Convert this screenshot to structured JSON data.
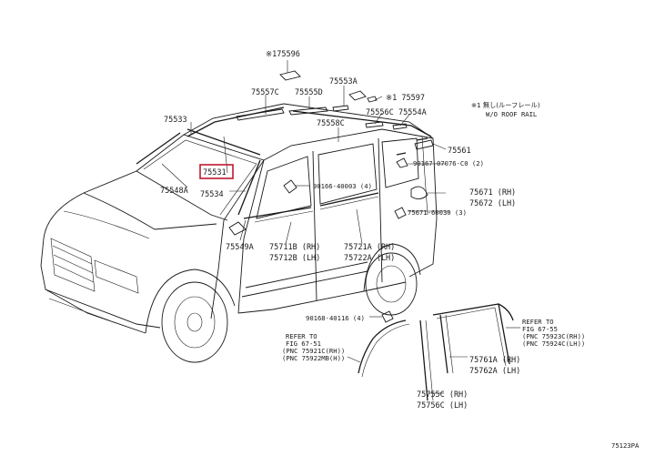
{
  "diagram": {
    "parts": {
      "p75596": "※175596",
      "p75557c": "75557C",
      "p75555d": "75555D",
      "p75553a": "75553A",
      "p75597": "※1 75597",
      "p75533": "75533",
      "p75556c": "75556C",
      "p75554a": "75554A",
      "p75558c": "75558C",
      "p75561": "75561",
      "p90167": "90167-07076-C0 (2)",
      "p75531": "75531",
      "p75548a": "75548A",
      "p75534": "75534",
      "p90166": "90166-40003 (4)",
      "p75671": "75671 (RH)",
      "p75672": "75672 (LH)",
      "p75671b": "75671-60030 (3)",
      "p75549a": "75549A",
      "p75711b": "75711B (RH)",
      "p75712b": "75712B (LH)",
      "p75721a": "75721A (RH)",
      "p75722a": "75722A (LH)",
      "p90168": "90168-40116 (4)",
      "p75761a": "75761A (RH)",
      "p75762a": "75762A (LH)",
      "p75755c": "75755C (RH)",
      "p75756c": "75756C (LH)"
    },
    "note_roof_jp": "※1 無し(ルーフレール)",
    "note_roof_en": "W/O ROOF RAIL",
    "refer_right": {
      "l1": "REFER TO",
      "l2": "FIG 67-55",
      "l3": "(PNC 75923C(RH))",
      "l4": "(PNC 75924C(LH))"
    },
    "refer_left": {
      "l1": "REFER TO",
      "l2": "FIG 67-51",
      "l3": "(PNC 75921C(RH))",
      "l4": "(PNC 75922MB(H))"
    },
    "fig_id": "75123PA",
    "highlight_color": "#c0182e"
  }
}
